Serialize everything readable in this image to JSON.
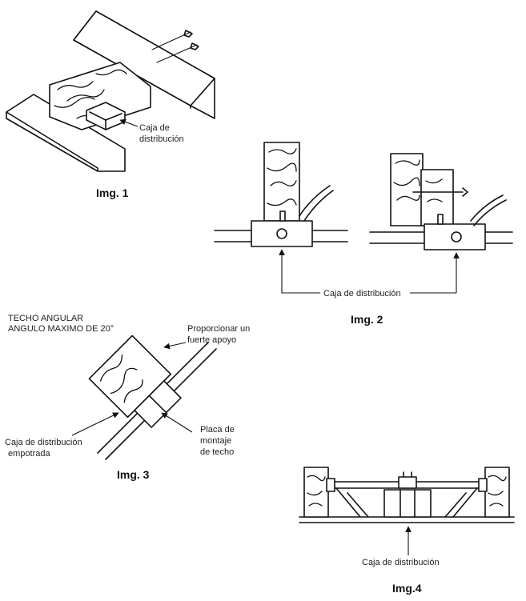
{
  "img1": {
    "caption": "Img. 1",
    "label_line1": "Caja de",
    "label_line2": "distribución"
  },
  "img2": {
    "caption": "Img. 2",
    "label": "Caja de distribución"
  },
  "img3": {
    "caption": "Img. 3",
    "title_line1": "TECHO ANGULAR",
    "title_line2": "ANGULO MAXIMO DE 20°",
    "support_line1": "Proporcionar un",
    "support_line2": "fuerte apoyo",
    "box_line1": "Caja de distribución",
    "box_line2": "empotrada",
    "plate_line1": "Placa de",
    "plate_line2": "montaje",
    "plate_line3": "de techo"
  },
  "img4": {
    "caption": "Img.4",
    "label": "Caja de distribución"
  }
}
